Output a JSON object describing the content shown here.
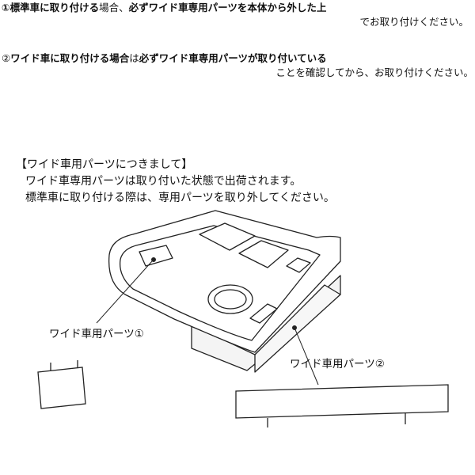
{
  "instruction1": {
    "num": "①",
    "p1": "標準車に取り付ける",
    "p2": "場合、",
    "p3": "必ずワイド車専用パーツを本体から外した上",
    "p4": "でお取り付けください。"
  },
  "instruction2": {
    "num": "②",
    "p1": "ワイド車に取り付ける場合",
    "p2": "は",
    "p3": "必ずワイド車専用パーツが取り付いている",
    "p4": "ことを確認してから、お取り付けください。"
  },
  "note": {
    "title": "【ワイド車用パーツにつきまして】",
    "line1": "ワイド車専用パーツは取り付いた状態で出荷されます。",
    "line2": "標準車に取り付ける際は、専用パーツを取り外してください。"
  },
  "callouts": {
    "part1": "ワイド車用パーツ①",
    "part2": "ワイド車用パーツ②"
  }
}
